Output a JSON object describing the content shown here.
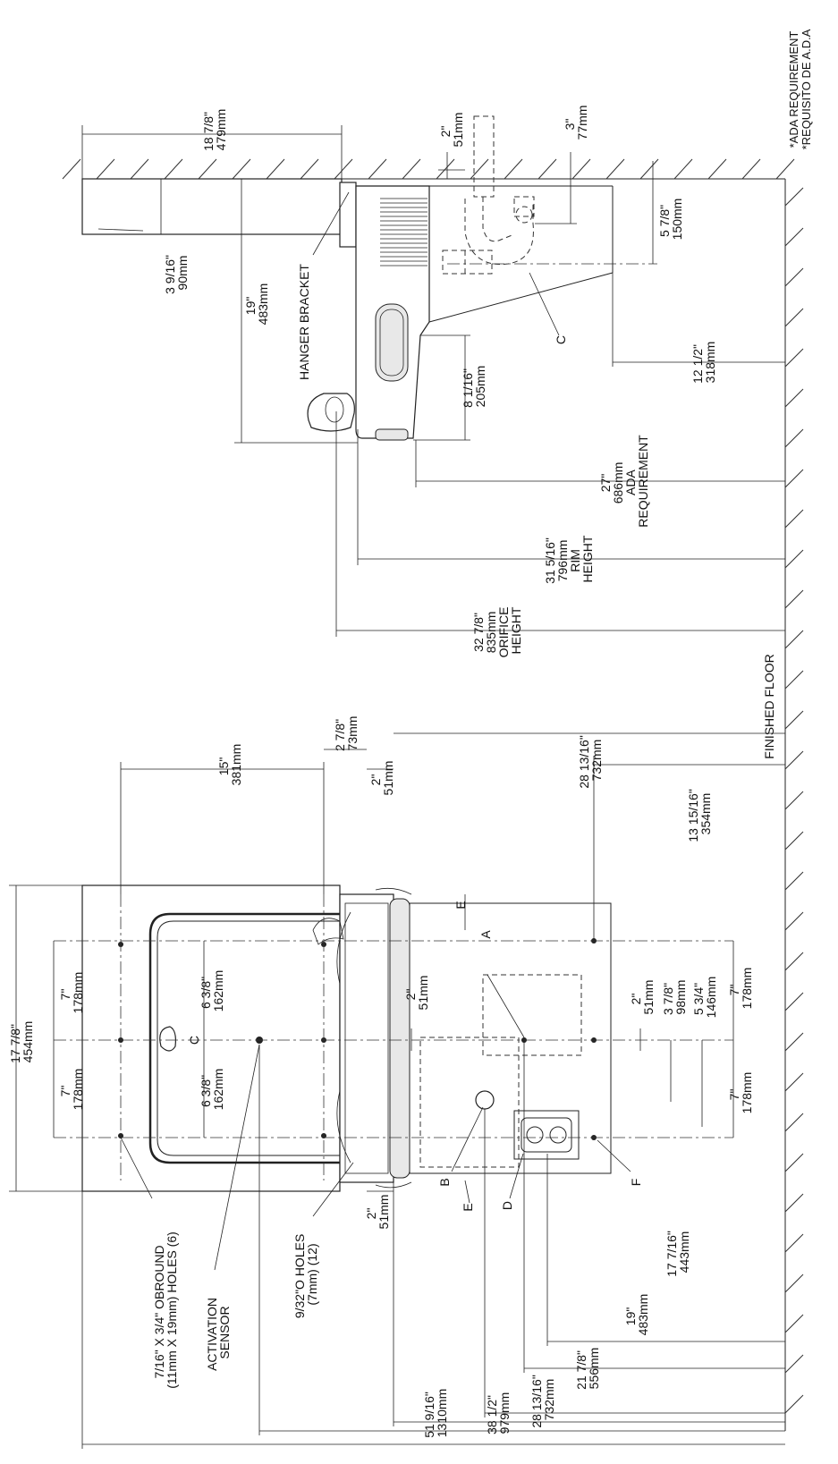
{
  "side_view": {
    "dims": {
      "depth_overall": [
        "18 7/8\"",
        "479mm"
      ],
      "depth_19": [
        "19\"",
        "483mm"
      ],
      "bracket_3916": [
        "3 9/16\"",
        "90mm"
      ],
      "top_2": [
        "2\"",
        "51mm"
      ],
      "top_3": [
        "3\"",
        "77mm"
      ],
      "drop_578": [
        "5 7/8\"",
        "150mm"
      ],
      "knee_12": [
        "12 1/2\"",
        "318mm"
      ],
      "bowl_8116": [
        "8 1/16\"",
        "205mm"
      ],
      "ada_27": [
        "27\"",
        "686mm",
        "ADA",
        "REQUIREMENT"
      ],
      "rim_31": [
        "31 5/16\"",
        "796mm",
        "RIM",
        "HEIGHT"
      ],
      "orifice_32": [
        "32 7/8\"",
        "835mm",
        "ORIFICE",
        "HEIGHT"
      ]
    },
    "labels": {
      "hanger_bracket": "HANGER BRACKET",
      "c_mark": "C",
      "finished_floor": "FINISHED FLOOR",
      "ada_note_1": "*ADA REQUIREMENT",
      "ada_note_2": "*REQUISITO DE A.D.A"
    }
  },
  "front_view": {
    "dims": {
      "width_overall": [
        "17 7/8\"",
        "454mm"
      ],
      "left_7": [
        "7\"",
        "178mm"
      ],
      "right_7": [
        "7\"",
        "178mm"
      ],
      "span_15": [
        "15\"",
        "381mm"
      ],
      "d_278": [
        "2 7/8\"",
        "73mm"
      ],
      "top_2": [
        "2\"",
        "51mm"
      ],
      "h_28_top": [
        "28 13/16\"",
        "732mm"
      ],
      "h_1315": [
        "13 15/16\"",
        "354mm"
      ],
      "b_7a": [
        "7\"",
        "178mm"
      ],
      "b_7b": [
        "7\"",
        "178mm"
      ],
      "c_2": [
        "2\"",
        "51mm"
      ],
      "c_378": [
        "3 7/8\"",
        "98mm"
      ],
      "c_534": [
        "5 3/4\"",
        "146mm"
      ],
      "mid_2": [
        "2\"",
        "51mm"
      ],
      "left_638": [
        "6 3/8\"",
        "162mm"
      ],
      "right_638": [
        "6 3/8\"",
        "162mm"
      ],
      "bottom_2": [
        "2\"",
        "51mm"
      ],
      "h_17716": [
        "17 7/16\"",
        "443mm"
      ],
      "h_19": [
        "19\"",
        "483mm"
      ],
      "h_2178": [
        "21 7/8\"",
        "556mm"
      ],
      "h_28_bottom": [
        "28 13/16\"",
        "732mm"
      ],
      "h_3812": [
        "38 1/2\"",
        "979mm"
      ],
      "h_51": [
        "51 9/16\"",
        "1310mm"
      ]
    },
    "labels": {
      "obround_1": "7/16\" X 3/4\" OBROUND",
      "obround_2": "(11mm X 19mm) HOLES (6)",
      "holes_1": "9/32\"O HOLES",
      "holes_2": "(7mm) (12)",
      "sensor_1": "ACTIVATION",
      "sensor_2": "SENSOR",
      "A": "A",
      "B": "B",
      "C": "C",
      "D": "D",
      "E1": "E",
      "E2": "E",
      "F": "F"
    }
  }
}
